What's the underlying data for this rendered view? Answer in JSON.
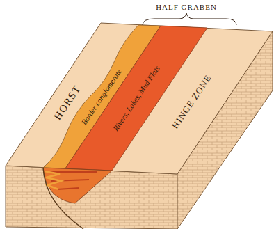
{
  "diagram": {
    "nodes": [
      {
        "text": [
          "HORST"
        ]
      },
      {
        "text": [
          "Border conglomerate"
        ]
      },
      {
        "text": [
          "Rivers, Lakes, Mud Flats"
        ]
      },
      {
        "text": [
          "HINGE ZONE"
        ]
      }
    ],
    "labels": [
      "HALF GRABEN"
    ]
  }
}
